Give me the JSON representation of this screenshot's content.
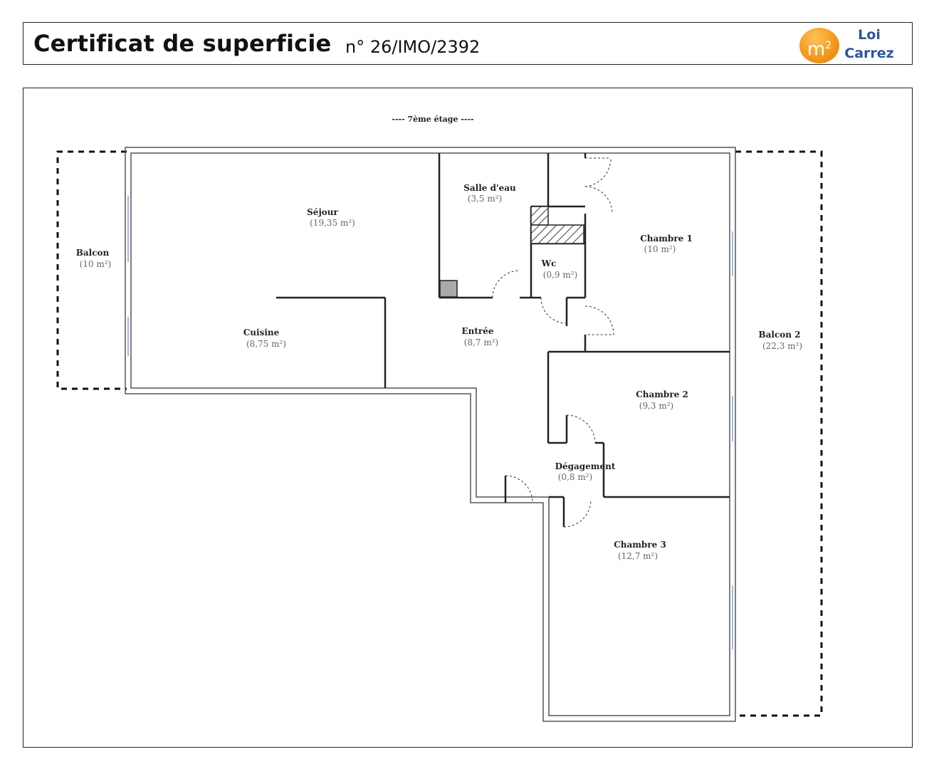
{
  "header": {
    "title": "Certificat de superficie",
    "number": "n° 26/IMO/2392",
    "logo_badge": "m",
    "logo_badge_sup": "2",
    "logo_line1": "Loi",
    "logo_line2": "Carrez"
  },
  "plan": {
    "floor_label": "----  7ème étage  ----",
    "rooms": [
      {
        "name": "Séjour",
        "area": "(19,35 m²)"
      },
      {
        "name": "Salle d'eau",
        "area": "(3,5 m²)"
      },
      {
        "name": "Chambre 1",
        "area": "(10 m²)"
      },
      {
        "name": "Balcon",
        "area": "(10 m²)"
      },
      {
        "name": "Wc",
        "area": "(0,9 m²)"
      },
      {
        "name": "Cuisine",
        "area": "(8,75 m²)"
      },
      {
        "name": "Entrée",
        "area": "(8,7 m²)"
      },
      {
        "name": "Balcon 2",
        "area": "(22,3 m²)"
      },
      {
        "name": "Chambre 2",
        "area": "(9,3 m²)"
      },
      {
        "name": "Dégagement",
        "area": "(0,8 m²)"
      },
      {
        "name": "Chambre 3",
        "area": "(12,7 m²)"
      }
    ]
  }
}
